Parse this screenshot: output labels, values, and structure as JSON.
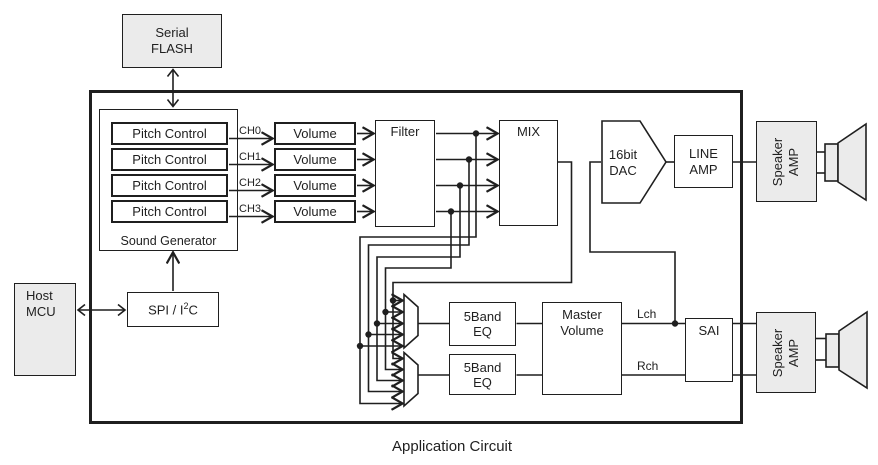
{
  "caption": "Application Circuit",
  "blocks": {
    "serial_flash": {
      "line1": "Serial",
      "line2": "FLASH"
    },
    "host_mcu": {
      "line1": "Host",
      "line2": "MCU"
    },
    "sound_generator_label": "Sound Generator",
    "pitch_controls": [
      "Pitch Control",
      "Pitch Control",
      "Pitch Control",
      "Pitch Control"
    ],
    "channels": [
      "CH0",
      "CH1",
      "CH2",
      "CH3"
    ],
    "volumes": [
      "Volume",
      "Volume",
      "Volume",
      "Volume"
    ],
    "filter": "Filter",
    "mix": "MIX",
    "spi": {
      "prefix": "SPI / I",
      "sup": "2",
      "suffix": "C"
    },
    "eq1": {
      "line1": "5Band",
      "line2": "EQ"
    },
    "eq2": {
      "line1": "5Band",
      "line2": "EQ"
    },
    "master_volume": {
      "line1": "Master",
      "line2": "Volume"
    },
    "dac": {
      "line1": "16bit",
      "line2": "DAC"
    },
    "line_amp": {
      "line1": "LINE",
      "line2": "AMP"
    },
    "sai": "SAI",
    "speaker_amp_top": {
      "line1": "Speaker",
      "line2": "AMP"
    },
    "speaker_amp_bottom": {
      "line1": "Speaker",
      "line2": "AMP"
    }
  },
  "signals": {
    "lch": "Lch",
    "rch": "Rch"
  },
  "colors": {
    "line": "#1f1f1f",
    "block_fill": "#ebebeb",
    "background": "#ffffff"
  }
}
